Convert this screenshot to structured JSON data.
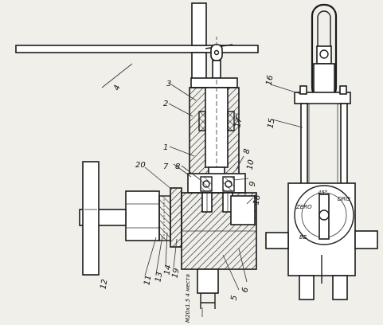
{
  "labels": {
    "l1": "1",
    "l2": "2",
    "l3": "3",
    "l4": "4",
    "l5": "5",
    "l6": "6",
    "l7": "7",
    "l8a": "8",
    "l8b": "8",
    "l9": "9",
    "l10": "10",
    "l11": "11",
    "l12": "12",
    "l13": "13",
    "l14": "14",
    "l15": "15",
    "l16": "16",
    "l17": "17",
    "l18": "18",
    "l19": "19",
    "l20": "20"
  },
  "dial": {
    "top": "45°",
    "left": "ZERO",
    "right": "DRO",
    "bottom": "BE"
  },
  "side_note": "M20x1.5 4 места"
}
